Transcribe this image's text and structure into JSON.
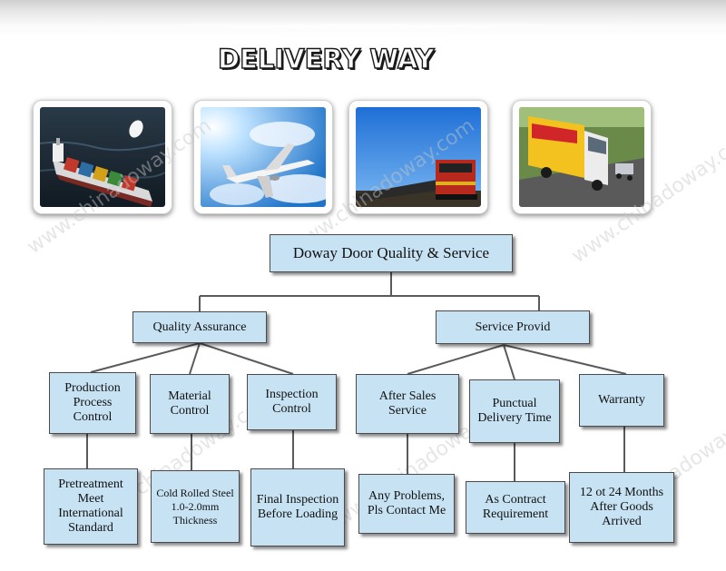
{
  "title": "DELIVERY WAY",
  "watermark": "www.chinadoway.com",
  "photos": [
    {
      "icon": "container-ship-icon"
    },
    {
      "icon": "airplane-icon"
    },
    {
      "icon": "freight-train-icon"
    },
    {
      "icon": "delivery-truck-icon"
    }
  ],
  "chart": {
    "root": "Doway Door Quality & Service",
    "left_branch": "Quality Assurance",
    "right_branch": "Service Provid",
    "left_children": [
      {
        "label": "Production Process Control",
        "detail": "Pretreatment Meet International Standard"
      },
      {
        "label": "Material Control",
        "detail": "Cold Rolled Steel 1.0-2.0mm Thickness"
      },
      {
        "label": "Inspection Control",
        "detail": "Final Inspection Before Loading"
      }
    ],
    "right_children": [
      {
        "label": "After Sales Service",
        "detail": "Any Problems, Pls Contact Me"
      },
      {
        "label": "Punctual Delivery Time",
        "detail": "As Contract Requirement"
      },
      {
        "label": "Warranty",
        "detail": "12 ot 24 Months After Goods Arrived"
      }
    ]
  },
  "colors": {
    "box_fill": "#c6e2f3",
    "box_border": "#4a4a4a",
    "line": "#5a5a5a"
  }
}
